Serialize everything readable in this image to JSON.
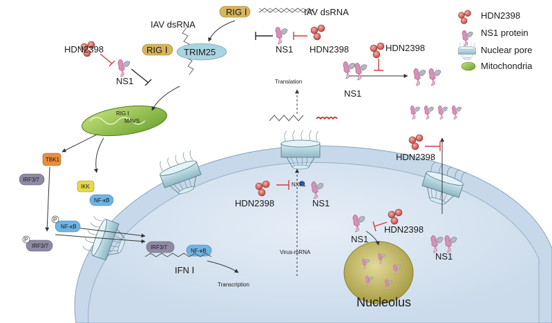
{
  "legend": {
    "items": [
      {
        "label": "HDN2398",
        "icon": "hdn2398-molecule-icon"
      },
      {
        "label": "NS1 protein",
        "icon": "ns1-protein-icon"
      },
      {
        "label": "Nuclear pore",
        "icon": "nuclear-pore-icon"
      },
      {
        "label": "Mitochondria",
        "icon": "mitochondria-icon"
      }
    ]
  },
  "labels": {
    "rig_top": "RIG Ⅰ",
    "iav_dsrna_top": "IAV dsRNA",
    "iav_dsrna_left": "IAV dsRNA",
    "rig_left": "RIG Ⅰ",
    "trim25": "TRIM25",
    "ns1_top": "NS1",
    "hdn_top": "HDN2398",
    "hdn_left": "HDN2398",
    "ns1_left": "NS1",
    "hdn_topright": "HDN2398",
    "ns1_topright": "NS1",
    "translation": "Translation",
    "rig_mito": "RIG Ⅰ",
    "mavs": "MAVS",
    "tbk1": "TBK1",
    "irf_top": "IRF3/7",
    "ikk": "IKK",
    "nfkb_ikk": "NF-κB",
    "nfkb_p": "NF-κB",
    "irf_p": "IRF3/7",
    "irf_nuc": "IRF3/7",
    "nfkb_nuc": "NF-κB",
    "ifn": "IFN Ⅰ",
    "transcription": "Transcription",
    "nxf1": "NXF1",
    "hdn_center": "HDN2398",
    "ns1_center": "NS1",
    "virus_mrna": "Virus-mRNA",
    "hdn_right": "HDN2398",
    "hdn_nucleolus": "HDN2398",
    "ns1_nucleolus": "NS1",
    "ns1_right": "NS1",
    "nucleolus": "Nucleolus",
    "p1": "P",
    "p2": "P"
  },
  "colors": {
    "hdn": "#c9564f",
    "ns1_pink": "#d98fb6",
    "ns1_gray": "#9a9aa6",
    "nucleus_fill": "#d7e5f2",
    "cytoplasm": "#bccfe3",
    "pore": "#aacbd6",
    "mito": "#9cc545",
    "nucleolus": "#c9c06a",
    "rig": "#d2b25c",
    "trim25": "#aad3e0",
    "tbk1": "#e98d3e",
    "ikk": "#e6d94a",
    "nfkb": "#6fb4e2",
    "irf": "#8e8aa3",
    "inhibit": "#d23b3b"
  }
}
